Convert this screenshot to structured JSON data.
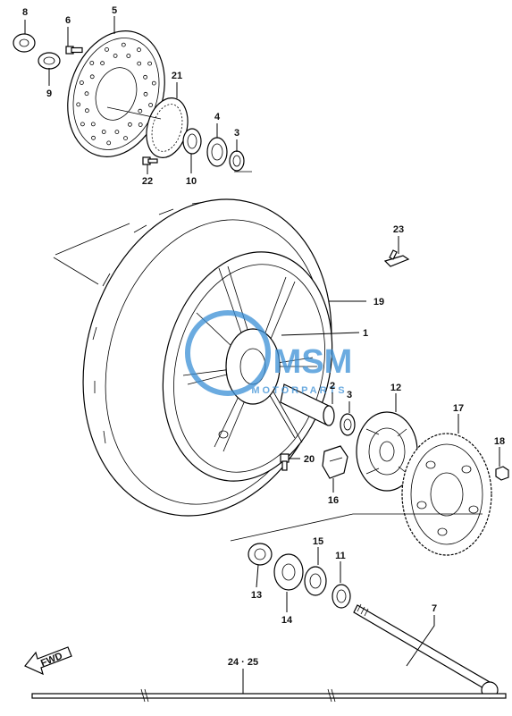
{
  "callouts": [
    {
      "id": "p8",
      "text": "8"
    },
    {
      "id": "p6",
      "text": "6"
    },
    {
      "id": "p5",
      "text": "5"
    },
    {
      "id": "p9",
      "text": "9"
    },
    {
      "id": "p21",
      "text": "21"
    },
    {
      "id": "p4a",
      "text": "4"
    },
    {
      "id": "p3a",
      "text": "3"
    },
    {
      "id": "p22",
      "text": "22"
    },
    {
      "id": "p10",
      "text": "10"
    },
    {
      "id": "p23",
      "text": "23"
    },
    {
      "id": "p19",
      "text": "19"
    },
    {
      "id": "p1",
      "text": "1"
    },
    {
      "id": "p2",
      "text": "2"
    },
    {
      "id": "p3b",
      "text": "3"
    },
    {
      "id": "p12",
      "text": "12"
    },
    {
      "id": "p17",
      "text": "17"
    },
    {
      "id": "p18",
      "text": "18"
    },
    {
      "id": "p20",
      "text": "20"
    },
    {
      "id": "p16",
      "text": "16"
    },
    {
      "id": "p15",
      "text": "15"
    },
    {
      "id": "p11",
      "text": "11"
    },
    {
      "id": "p13",
      "text": "13"
    },
    {
      "id": "p14",
      "text": "14"
    },
    {
      "id": "p7",
      "text": "7"
    },
    {
      "id": "p2425",
      "text": "24 · 25"
    }
  ],
  "fwd_label": "FWD",
  "watermark": {
    "logo": "MSM",
    "text": "MOTORPARTS",
    "color": "#3a8fd6"
  }
}
